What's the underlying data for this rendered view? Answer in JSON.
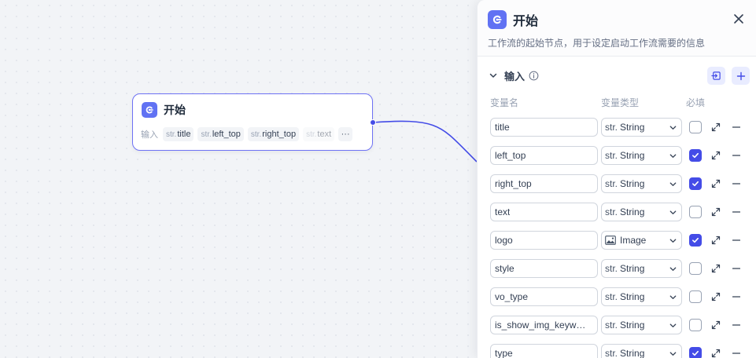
{
  "node": {
    "title": "开始",
    "inputs_label": "输入",
    "type_prefix": "str.",
    "chips": [
      "title",
      "left_top",
      "right_top",
      "text"
    ],
    "more": "···"
  },
  "panel": {
    "title": "开始",
    "description": "工作流的起始节点，用于设定启动工作流需要的信息",
    "section_title": "输入",
    "columns": {
      "name": "变量名",
      "type": "变量类型",
      "required": "必填"
    },
    "rows": [
      {
        "name": "title",
        "type_prefix": "str.",
        "type": "String",
        "required": false
      },
      {
        "name": "left_top",
        "type_prefix": "str.",
        "type": "String",
        "required": true
      },
      {
        "name": "right_top",
        "type_prefix": "str.",
        "type": "String",
        "required": true
      },
      {
        "name": "text",
        "type_prefix": "str.",
        "type": "String",
        "required": false
      },
      {
        "name": "logo",
        "type_prefix": "",
        "type": "Image",
        "required": true
      },
      {
        "name": "style",
        "type_prefix": "str.",
        "type": "String",
        "required": false
      },
      {
        "name": "vo_type",
        "type_prefix": "str.",
        "type": "String",
        "required": false
      },
      {
        "name": "is_show_img_keyw…",
        "type_prefix": "str.",
        "type": "String",
        "required": false
      },
      {
        "name": "type",
        "type_prefix": "str.",
        "type": "String",
        "required": true
      }
    ]
  },
  "colors": {
    "accent": "#444ce7",
    "node_border": "#6e72f5",
    "icon_bg": "#6172f3"
  },
  "icons": [
    "start-icon",
    "close-icon",
    "chevron-down-icon",
    "info-icon",
    "import-icon",
    "plus-icon",
    "expand-icon",
    "minus-icon",
    "image-icon",
    "check-icon"
  ]
}
